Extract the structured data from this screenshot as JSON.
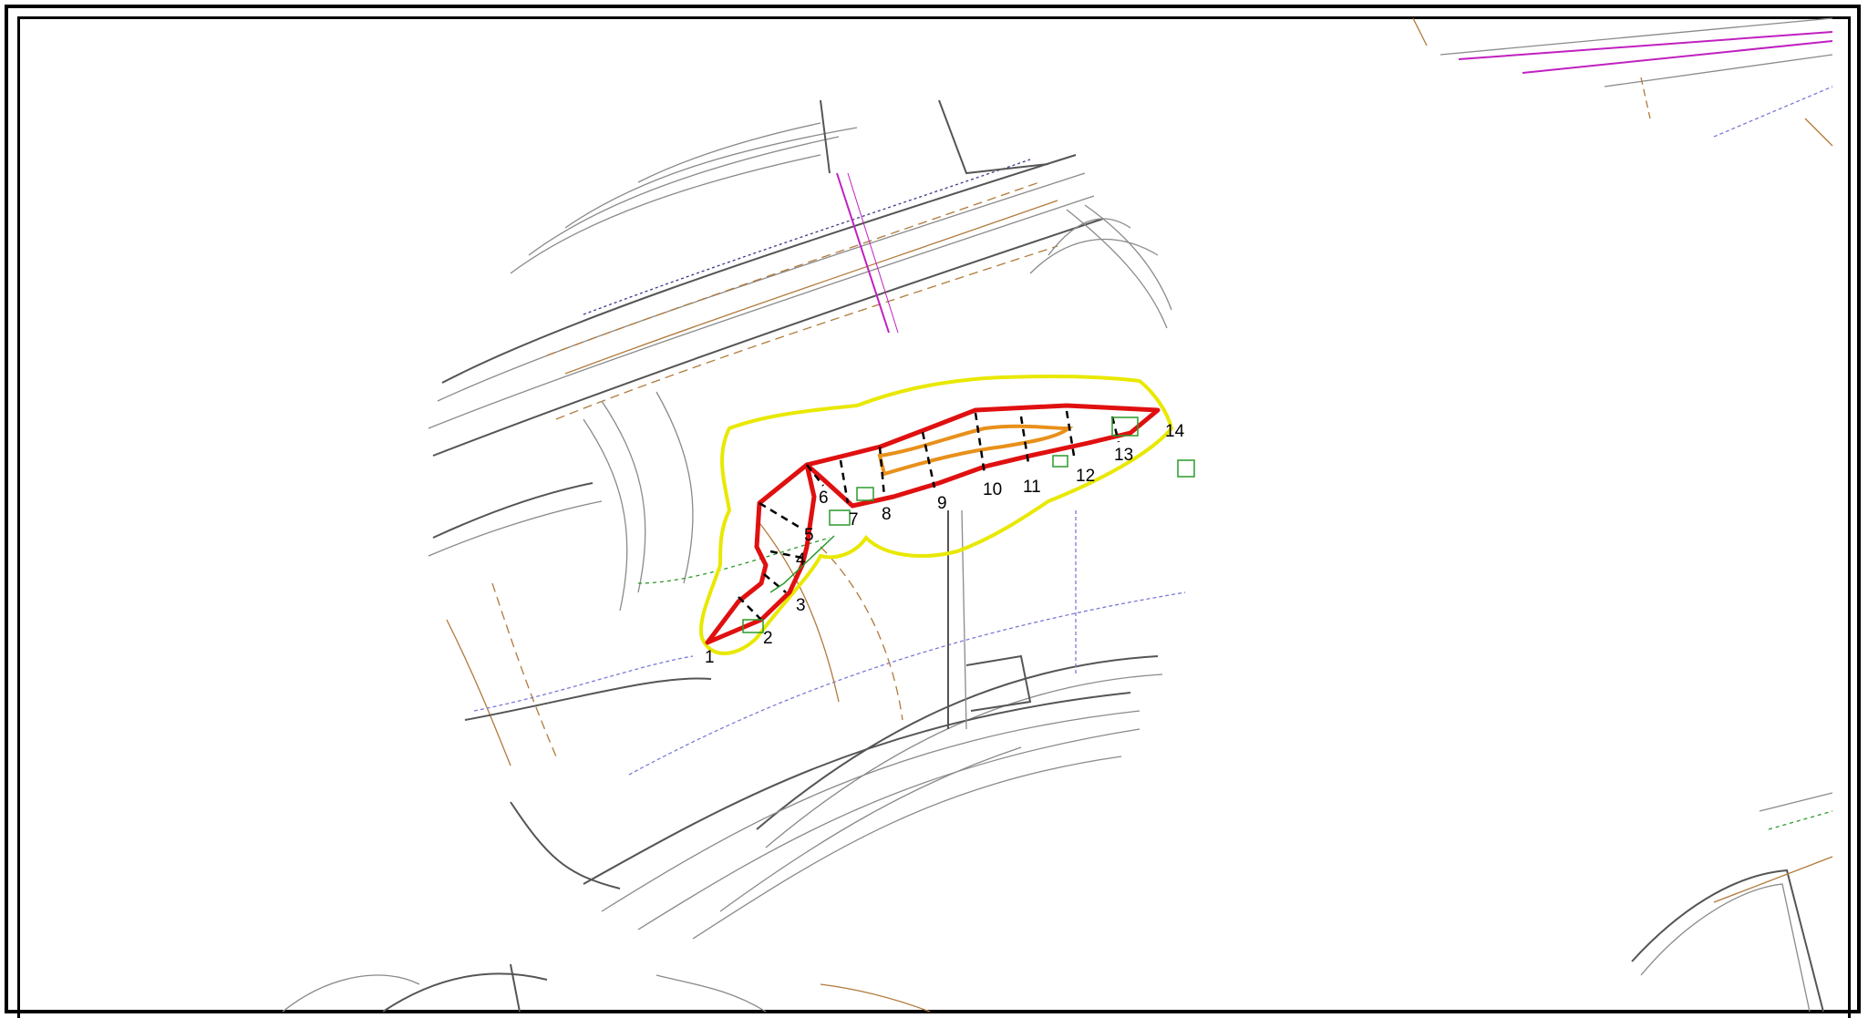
{
  "map": {
    "colors": {
      "boundary": "#e8e800",
      "route": "#e01010",
      "inner_strip": "#e8901a",
      "sections": "#000000",
      "contour": "#8a8a8a",
      "road_edge": "#555555",
      "brown": "#b07a3a",
      "green": "#2a9a2a",
      "blue": "#7a7ad8",
      "magenta": "#c020c0"
    },
    "section_labels": [
      "1",
      "2",
      "3",
      "4",
      "5",
      "6",
      "7",
      "8",
      "9",
      "10",
      "11",
      "12",
      "13",
      "14"
    ]
  }
}
